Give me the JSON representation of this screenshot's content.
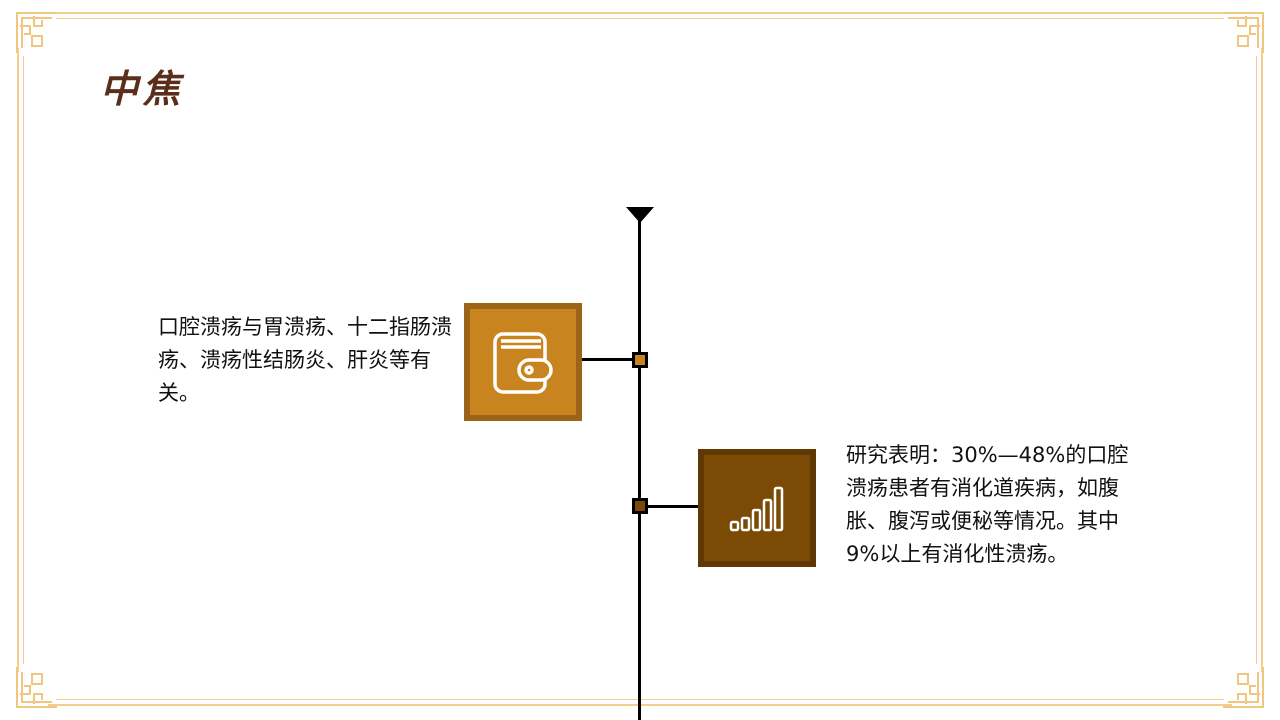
{
  "title": "中焦",
  "items": [
    {
      "icon": "wallet-icon",
      "text": "口腔溃疡与胃溃疡、十二指肠溃疡、溃疡性结肠炎、肝炎等有关。",
      "color": "#c8841f",
      "border": "#9a6419"
    },
    {
      "icon": "signal-bars-icon",
      "text": "研究表明：30%—48%的口腔溃疡患者有消化道疾病，如腹胀、腹泻或便秘等情况。其中9%以上有消化性溃疡。",
      "color": "#7b4a05",
      "border": "#603803"
    }
  ]
}
